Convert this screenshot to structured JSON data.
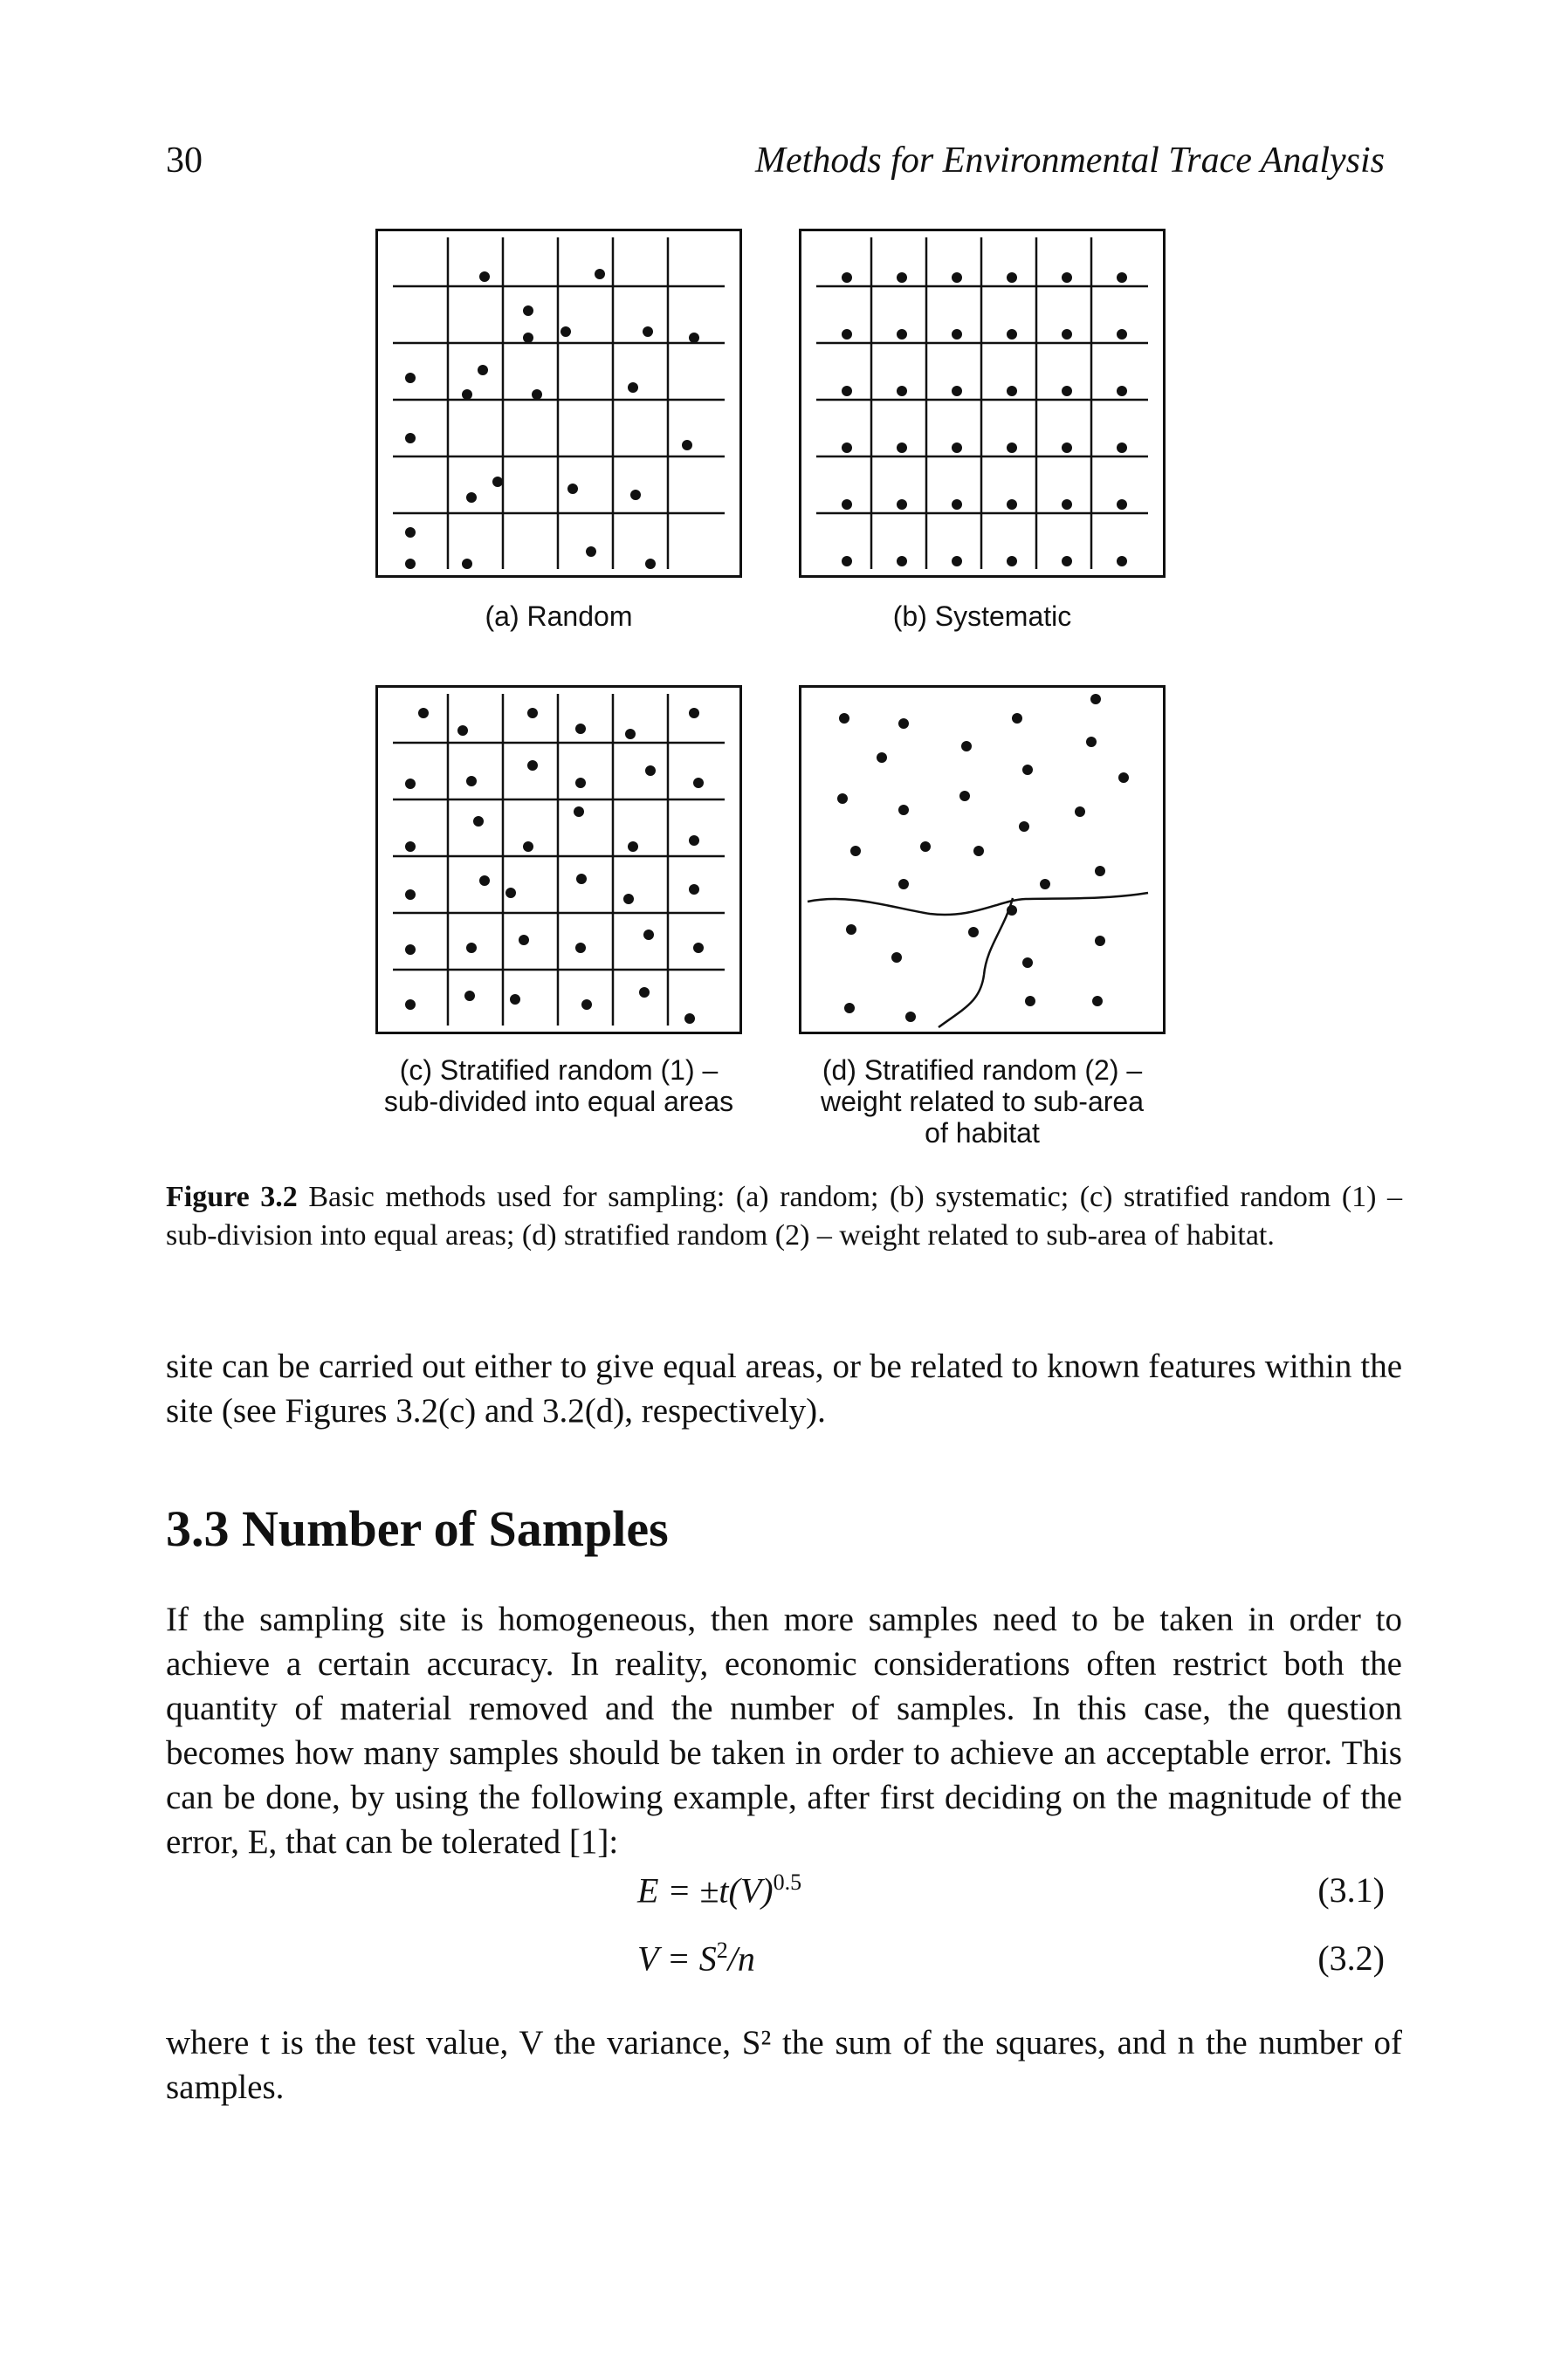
{
  "header": {
    "page_number": "30",
    "running_title": "Methods for Environmental Trace Analysis"
  },
  "figure": {
    "panels": {
      "a": {
        "caption": "(a) Random"
      },
      "b": {
        "caption": "(b) Systematic"
      },
      "c": {
        "caption_line1": "(c) Stratified random (1) –",
        "caption_line2": "sub-divided into equal areas"
      },
      "d": {
        "caption_line1": "(d) Stratified random (2) –",
        "caption_line2": "weight related to sub-area",
        "caption_line3": "of habitat"
      }
    },
    "caption_label": "Figure 3.2",
    "caption_text": "Basic methods used for sampling: (a) random; (b) systematic; (c) stratified random (1) – sub-division into equal areas; (d) stratified random (2) – weight related to sub-area of habitat."
  },
  "body": {
    "para1": "site can be carried out either to give equal areas, or be related to known features within the site (see Figures 3.2(c) and 3.2(d), respectively).",
    "section_heading": "3.3 Number of Samples",
    "para2": "If the sampling site is homogeneous, then more samples need to be taken in order to achieve a certain accuracy. In reality, economic considerations often restrict both the quantity of material removed and the number of samples. In this case, the question becomes how many samples should be taken in order to achieve an acceptable error. This can be done, by using the following example, after first deciding on the magnitude of the error, E, that can be tolerated [1]:",
    "eq1": "E = ±t(V)",
    "eq1_exp": "0.5",
    "eq1_num": "(3.1)",
    "eq2": "V = S",
    "eq2_exp": "2",
    "eq2_tail": "/n",
    "eq2_num": "(3.2)",
    "para3": "where t is the test value, V the variance, S² the sum of the squares, and n the number of samples."
  }
}
